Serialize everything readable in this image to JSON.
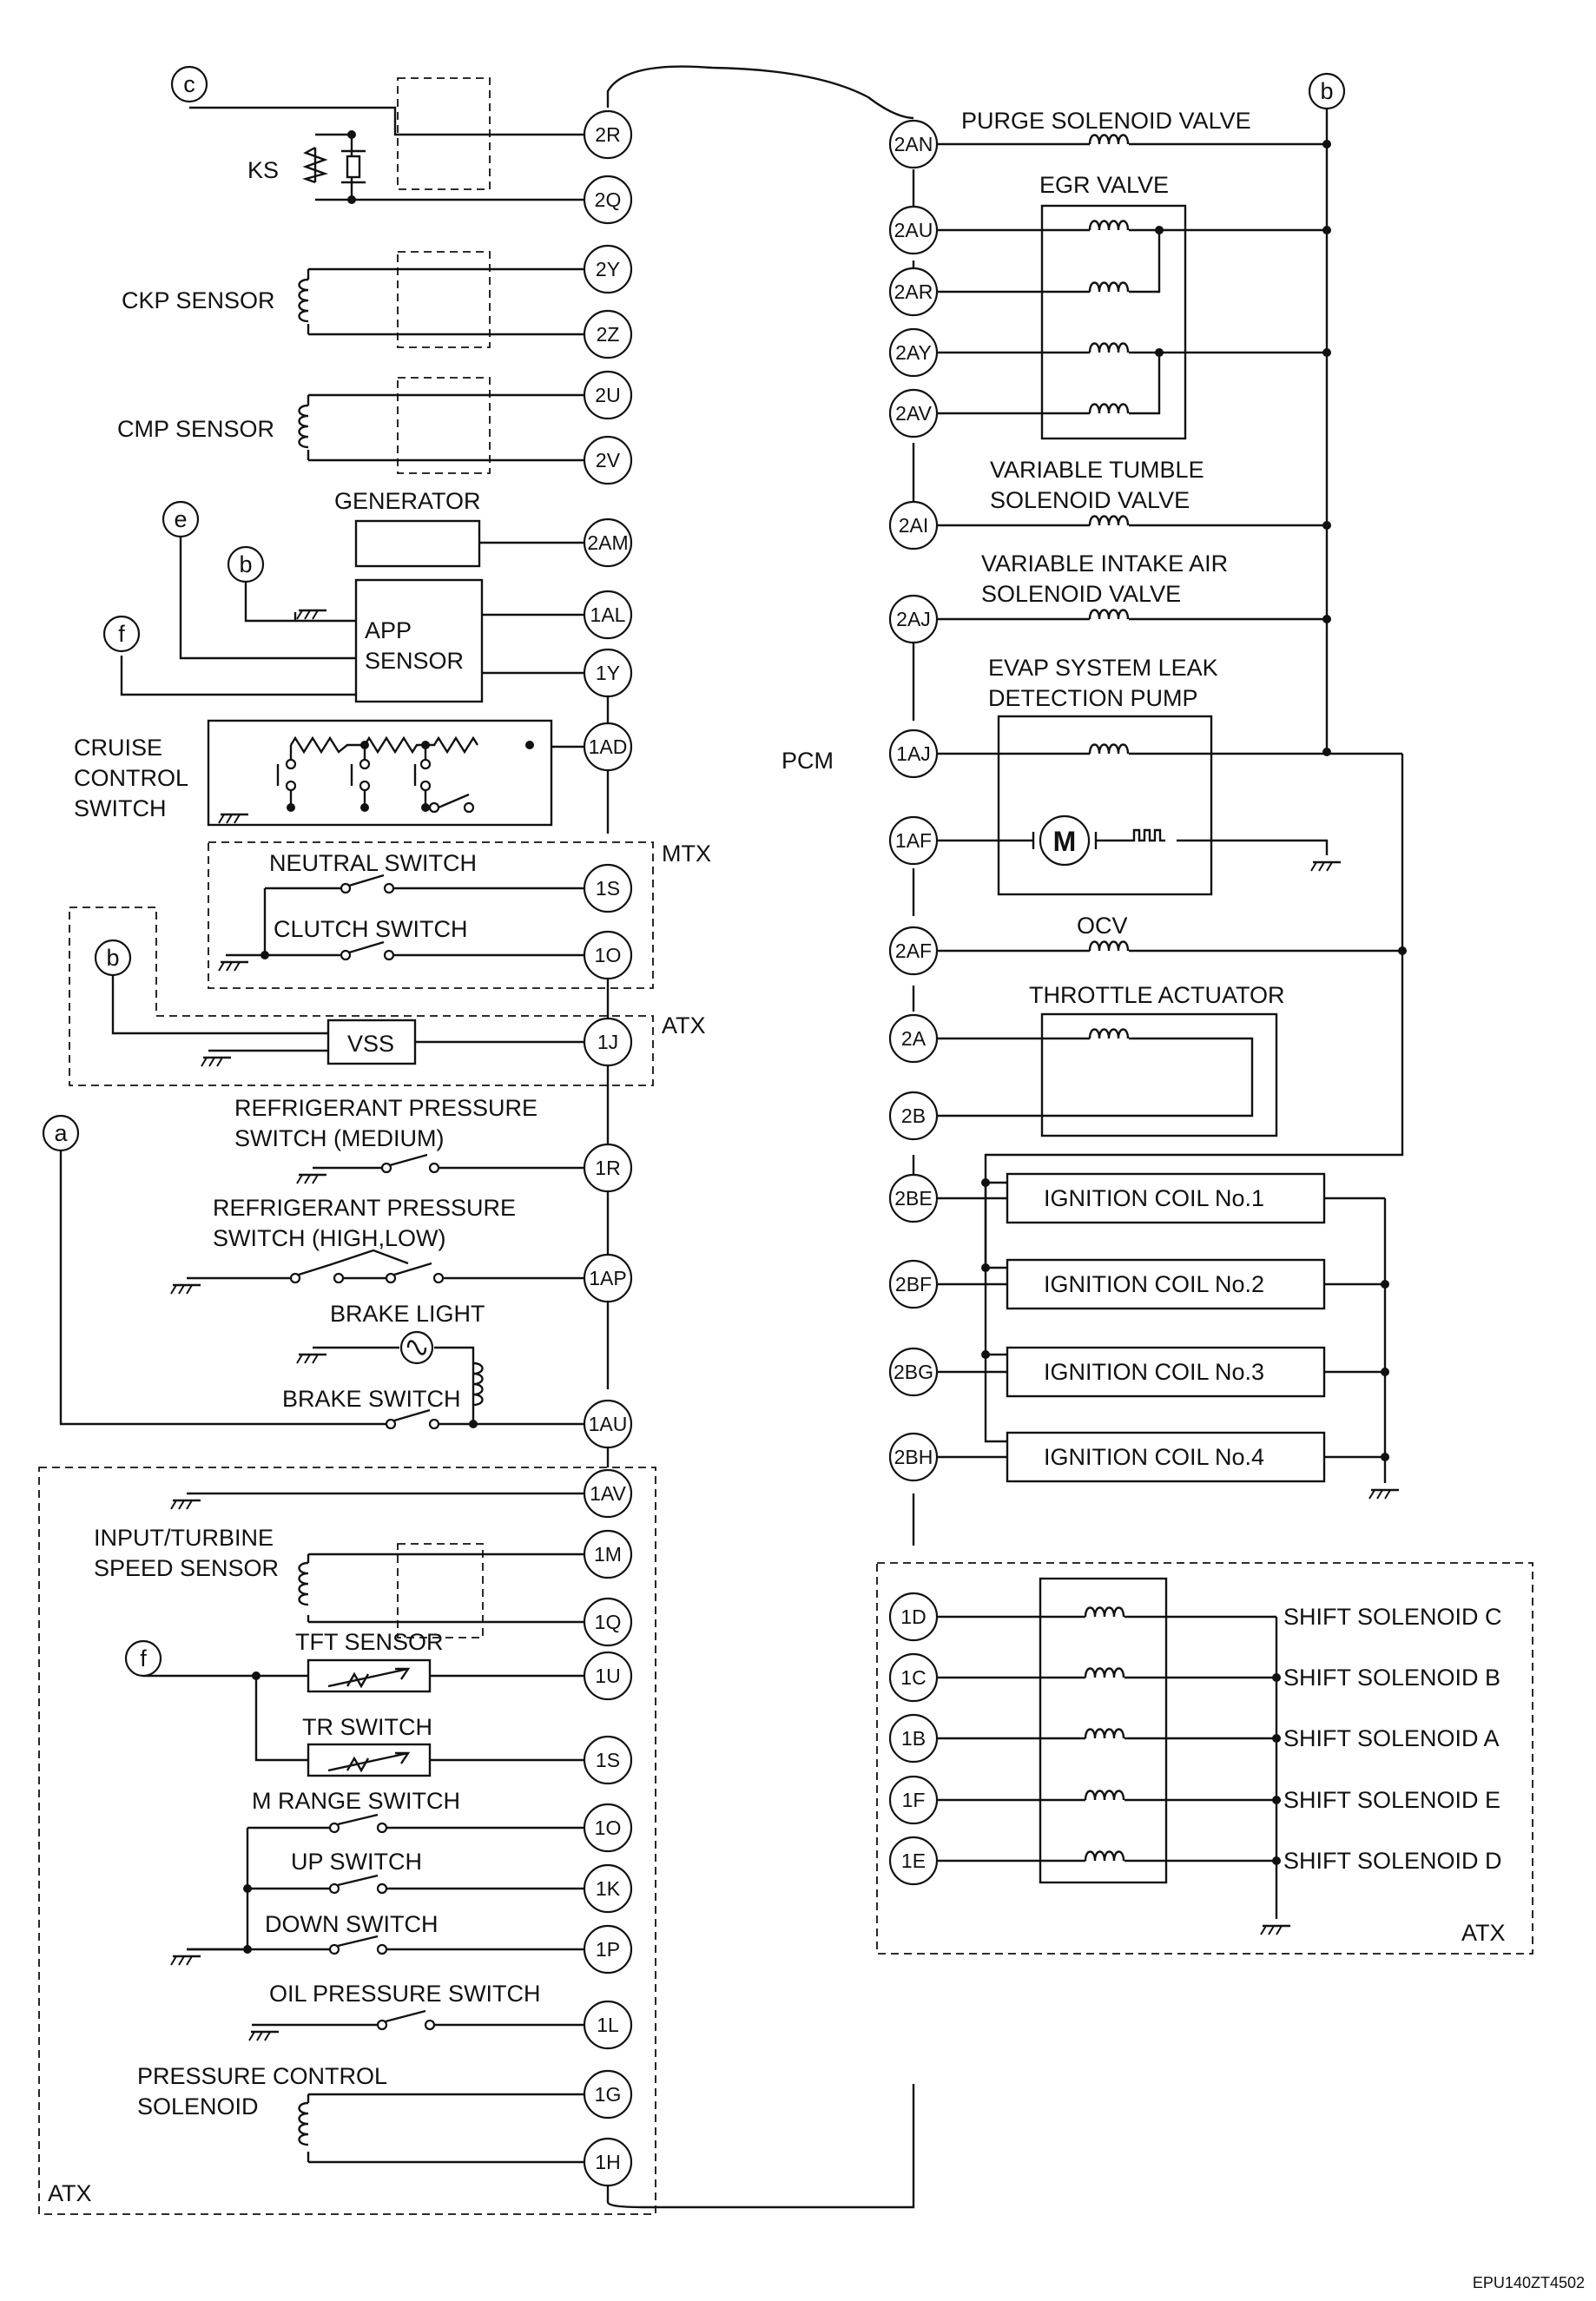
{
  "diagram": {
    "center_label": "PCM",
    "code": "EPU140ZT4502",
    "refs": {
      "a": "a",
      "b": "b",
      "c": "c",
      "e": "e",
      "f": "f"
    },
    "left_pins": {
      "p2R": "2R",
      "p2Q": "2Q",
      "p2Y": "2Y",
      "p2Z": "2Z",
      "p2U": "2U",
      "p2V": "2V",
      "p2AM": "2AM",
      "p1AL": "1AL",
      "p1Y": "1Y",
      "p1AD": "1AD",
      "p1S": "1S",
      "p1O": "1O",
      "p1J": "1J",
      "p1R": "1R",
      "p1AP": "1AP",
      "p1AU": "1AU",
      "p1AV": "1AV",
      "p1M": "1M",
      "p1Q": "1Q",
      "p1U": "1U",
      "p1S2": "1S",
      "p1O2": "1O",
      "p1K": "1K",
      "p1P": "1P",
      "p1L": "1L",
      "p1G": "1G",
      "p1H": "1H"
    },
    "right_pins": {
      "p2AN": "2AN",
      "p2AU": "2AU",
      "p2AR": "2AR",
      "p2AY": "2AY",
      "p2AV": "2AV",
      "p2AI": "2AI",
      "p2AJ": "2AJ",
      "p1AJ": "1AJ",
      "p1AF": "1AF",
      "p2AF": "2AF",
      "p2A": "2A",
      "p2B": "2B",
      "p2BE": "2BE",
      "p2BF": "2BF",
      "p2BG": "2BG",
      "p2BH": "2BH",
      "p1D": "1D",
      "p1C": "1C",
      "p1B": "1B",
      "p1F": "1F",
      "p1E": "1E"
    },
    "labels": {
      "ks": "KS",
      "ckp": "CKP SENSOR",
      "cmp": "CMP SENSOR",
      "generator": "GENERATOR",
      "app1": "APP",
      "app2": "SENSOR",
      "cruise1": "CRUISE",
      "cruise2": "CONTROL",
      "cruise3": "SWITCH",
      "mtx": "MTX",
      "neutral": "NEUTRAL SWITCH",
      "clutch": "CLUTCH SWITCH",
      "atx_vss": "ATX",
      "vss": "VSS",
      "ref_med1": "REFRIGERANT PRESSURE",
      "ref_med2": "SWITCH (MEDIUM)",
      "ref_hl1": "REFRIGERANT PRESSURE",
      "ref_hl2": "SWITCH (HIGH,LOW)",
      "brake_light": "BRAKE LIGHT",
      "brake_switch": "BRAKE SWITCH",
      "its1": "INPUT/TURBINE",
      "its2": "SPEED SENSOR",
      "tft": "TFT SENSOR",
      "tr": "TR SWITCH",
      "mrange": "M RANGE SWITCH",
      "up": "UP SWITCH",
      "down": "DOWN SWITCH",
      "oil": "OIL PRESSURE SWITCH",
      "pcs1": "PRESSURE CONTROL",
      "pcs2": "SOLENOID",
      "atx_left": "ATX",
      "purge": "PURGE SOLENOID VALVE",
      "egr": "EGR  VALVE",
      "vts1": "VARIABLE TUMBLE",
      "vts2": "SOLENOID VALVE",
      "via1": "VARIABLE INTAKE AIR",
      "via2": "SOLENOID VALVE",
      "evap1": "EVAP SYSTEM LEAK",
      "evap2": "DETECTION PUMP",
      "motor": "M",
      "ocv": "OCV",
      "throttle": "THROTTLE ACTUATOR",
      "coil1": "IGNITION COIL No.1",
      "coil2": "IGNITION COIL No.2",
      "coil3": "IGNITION COIL No.3",
      "coil4": "IGNITION COIL No.4",
      "ssc": "SHIFT SOLENOID C",
      "ssb": "SHIFT SOLENOID B",
      "ssa": "SHIFT SOLENOID A",
      "sse": "SHIFT SOLENOID E",
      "ssd": "SHIFT SOLENOID D",
      "atx_right": "ATX"
    }
  }
}
